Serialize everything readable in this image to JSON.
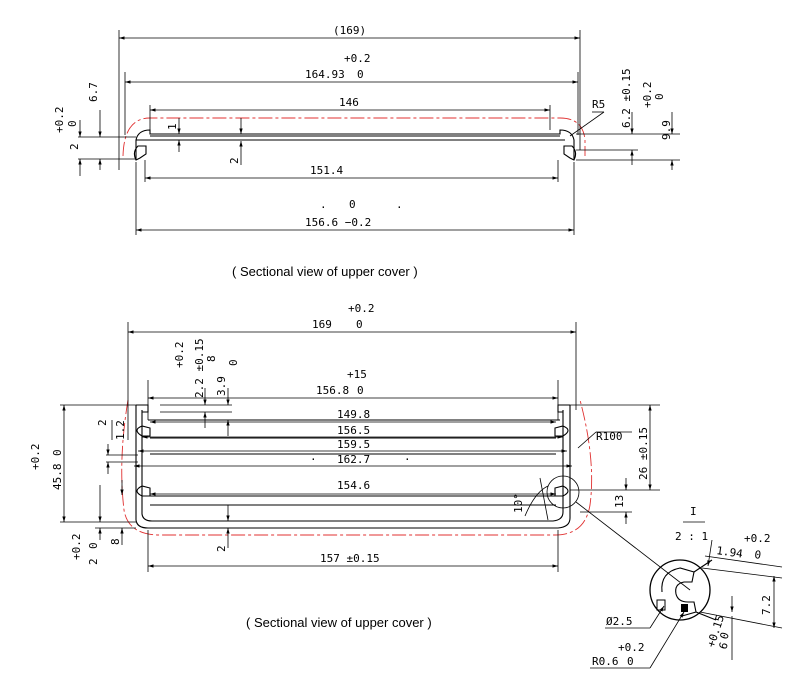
{
  "view1": {
    "dim_total": "(169)",
    "tol_top": "+0.2",
    "dim_164": "164.93",
    "tol_164_low": "0",
    "dim_146": "146",
    "dim_151": "151.4",
    "tol_156_up": "0",
    "dim_156": "156.6 −0.2",
    "dim_67": "6.7",
    "tol_left_up": "+0.2",
    "tol_left_low": "0",
    "dim_2_left": "2",
    "dim_1": "1",
    "dim_2_mid": "2",
    "radius": "R5",
    "dim_62": "6.2 ±0.15",
    "tol_right_up": "+0.2",
    "tol_right_low": "0",
    "dim_99": "9.9",
    "caption": "( Sectional view of upper cover )"
  },
  "view2": {
    "tol_top": "+0.2",
    "dim_169": "169",
    "tol_169_low": "0",
    "tol_v_up": "+0.2",
    "dim_22": "2.2 ±0.15",
    "dim_8": "8",
    "dim_39": "3.9",
    "tol_39_low": "0",
    "tol_1568_up": "+15",
    "dim_1568": "156.8",
    "tol_1568_low": "0",
    "dim_1498": "149.8",
    "dim_1565": "156.5",
    "dim_1595": "159.5",
    "dim_1627": "162.7",
    "dim_1546": "154.6",
    "dim_157": "157 ±0.15",
    "dim_2_side": "2",
    "dim_12": "1.2",
    "tol_458_up": "+0.2",
    "dim_458": "45.8",
    "tol_458_low": "0",
    "tol_bl_up": "+0.2",
    "dim_bl_2": "2",
    "tol_bl_low": "0",
    "dim_8_b": "8",
    "dim_2_bot": "2",
    "radius": "R100",
    "dim_26": "26 ±0.15",
    "dim_13": "13",
    "angle": "10°",
    "caption": "( Sectional view of upper cover )"
  },
  "detail": {
    "label": "I",
    "scale": "2 : 1",
    "tol_194_up": "+0.2",
    "dim_194": "1.94",
    "tol_194_low": "0",
    "dim_72": "7.2",
    "tol_6_up": "+0.15",
    "dim_6": "6",
    "tol_6_low": "0",
    "dia": "Ø2.5",
    "tol_r06_up": "+0.2",
    "radius": "R0.6",
    "tol_r06_low": "0"
  }
}
